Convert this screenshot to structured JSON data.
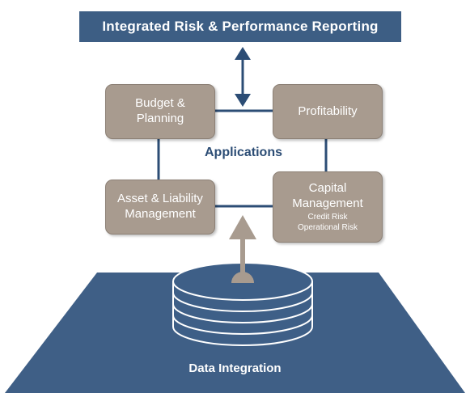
{
  "header": {
    "title": "Integrated Risk & Performance Reporting"
  },
  "applications": {
    "label": "Applications",
    "budget": {
      "line1": "Budget &",
      "line2": "Planning"
    },
    "profitability": {
      "label": "Profitability"
    },
    "alm": {
      "line1": "Asset & Liability",
      "line2": "Management"
    },
    "capital": {
      "line1": "Capital",
      "line2": "Management",
      "sub1": "Credit Risk",
      "sub2": "Operational Risk"
    }
  },
  "base": {
    "label": "Data Integration"
  },
  "colors": {
    "navy": "#3d5e84",
    "taupe": "#a89b8f",
    "line": "#2c4d75",
    "platform": "#3f5f86",
    "disk": "#3e5f87"
  }
}
